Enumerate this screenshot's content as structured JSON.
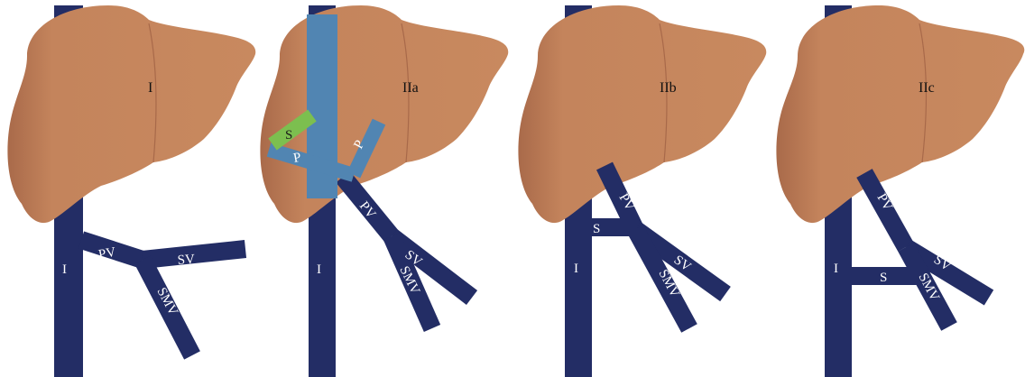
{
  "colors": {
    "liver_fill": "#c4845c",
    "liver_shadow": "#a8694a",
    "vessel": "#232d65",
    "shunt_overlay": "#5185b2",
    "stent_graft": "#7cbf4f",
    "label_text": "#ffffff",
    "title_text": "#111111"
  },
  "panels": [
    {
      "title": "I",
      "labels": {
        "ivc": "I",
        "pv": "PV",
        "sv": "SV",
        "smv": "SMV"
      }
    },
    {
      "title": "IIa",
      "labels": {
        "ivc": "I",
        "pv": "PV",
        "sv": "SV",
        "smv": "SMV",
        "shunt": "S",
        "portal_left": "P",
        "portal_right": "P"
      }
    },
    {
      "title": "IIb",
      "labels": {
        "ivc": "I",
        "pv": "PV",
        "sv": "SV",
        "smv": "SMV",
        "shunt": "S"
      }
    },
    {
      "title": "IIc",
      "labels": {
        "ivc": "I",
        "pv": "PV",
        "sv": "SV",
        "smv": "SMV",
        "shunt": "S"
      }
    }
  ]
}
